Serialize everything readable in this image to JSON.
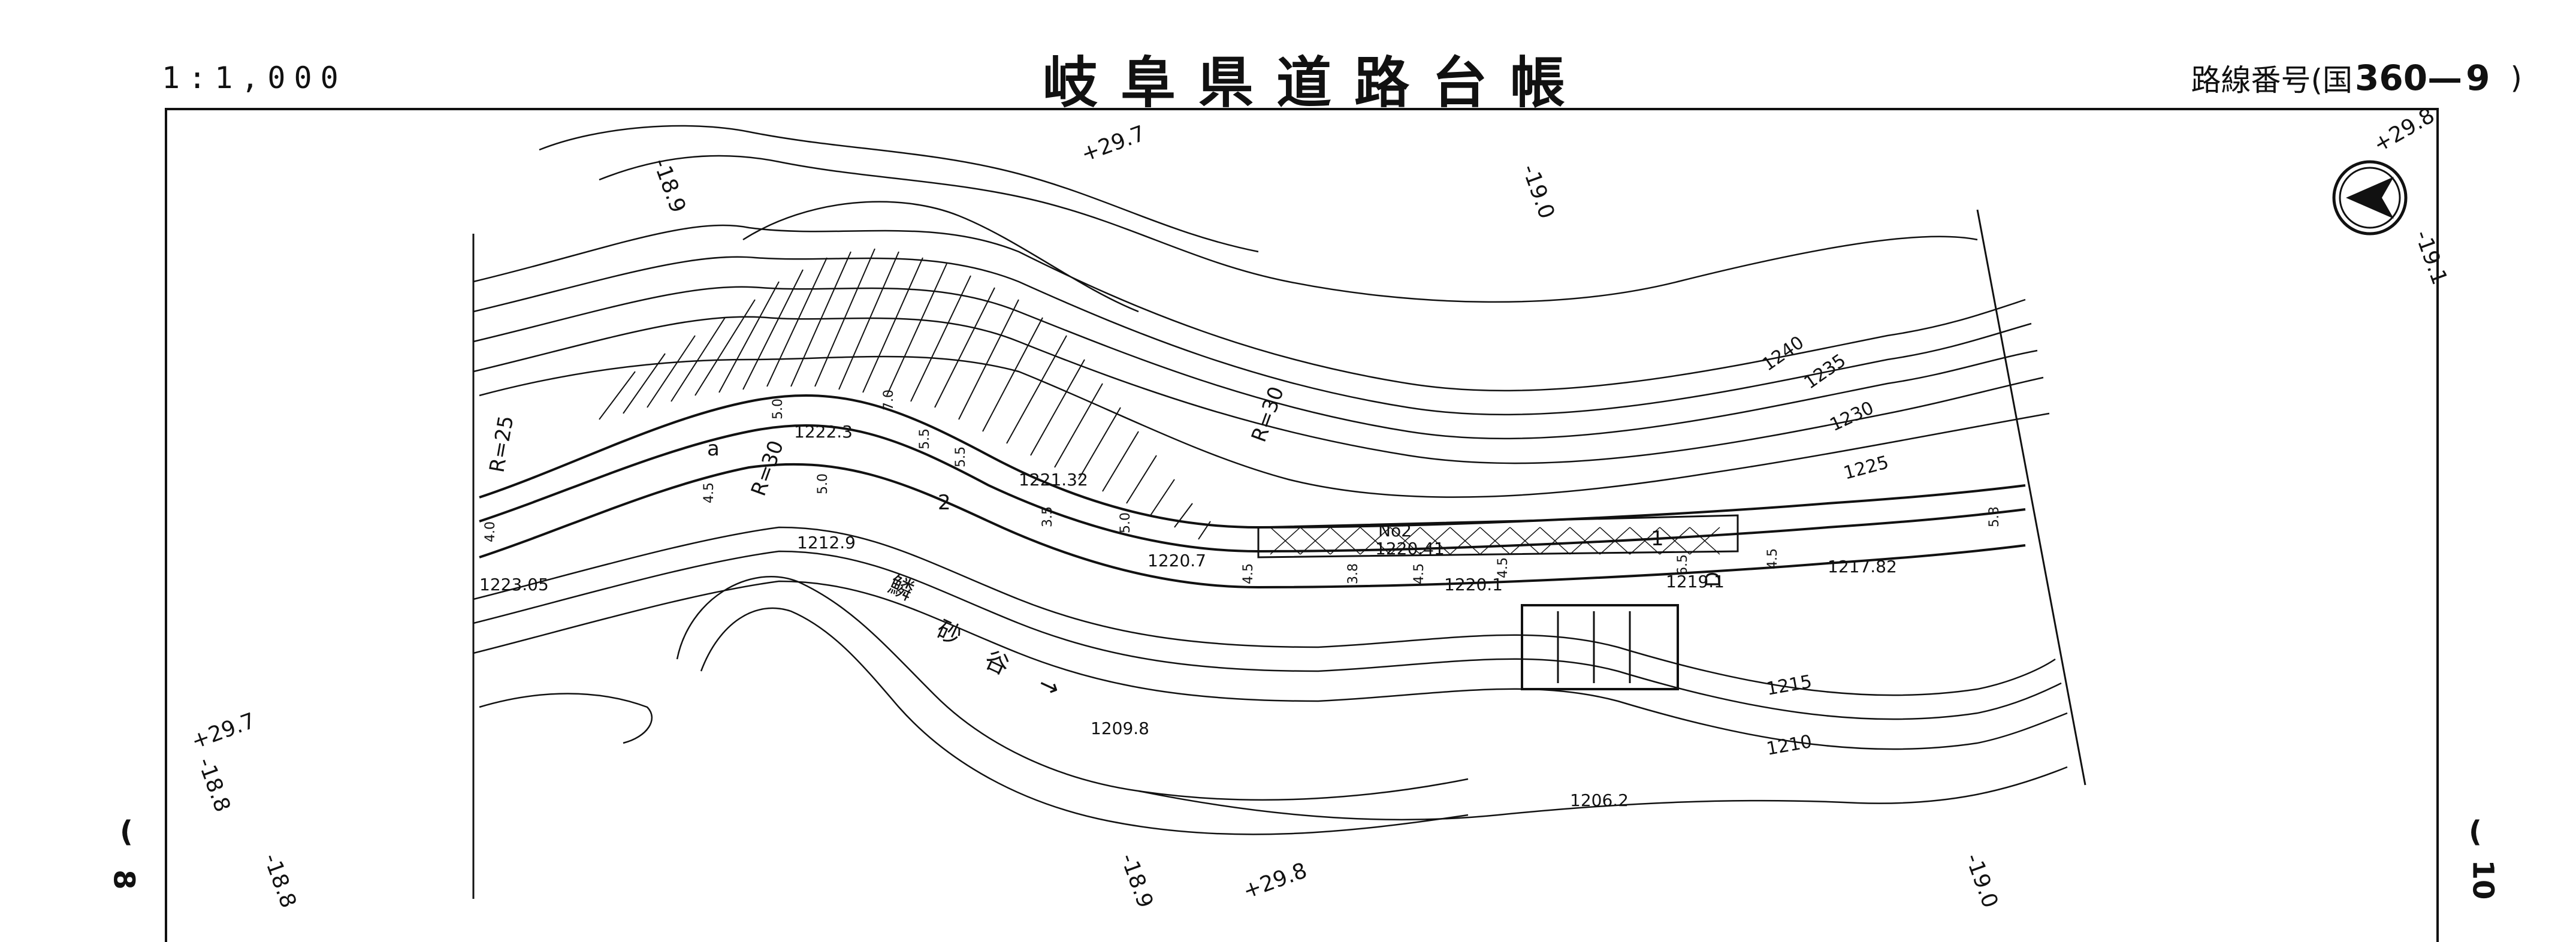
{
  "header": {
    "scale": "1:1,000",
    "title": "岐阜県道路台帳",
    "route_label": "路線番号",
    "route_paren_open": "(国",
    "route_number": "360—",
    "route_sub": "9",
    "route_paren_close": ")"
  },
  "side_labels": {
    "left_sheet": "8",
    "right_sheet": "10",
    "left_paren": "(",
    "right_paren": "("
  },
  "map": {
    "grid_marks": [
      "-18.9",
      "+29.7",
      "-19.0",
      "+29.8",
      "-19.1",
      "+29.7",
      "-18.8",
      "-18.8",
      "-18.9",
      "+29.8",
      "-19.0"
    ],
    "contours": [
      "1240",
      "1235",
      "1230",
      "1225",
      "1215",
      "1210"
    ],
    "elevations": [
      "1222.3",
      "1221.32",
      "1212.9",
      "1223.05",
      "1220.7",
      "1220.41",
      "1220.1",
      "1219.1",
      "1217.82",
      "1209.8",
      "1206.2"
    ],
    "station": "No2",
    "radius": [
      "R=25",
      "R=30",
      "R=30"
    ],
    "widths": [
      "5.0",
      "7.0",
      "5.5",
      "5.5",
      "4.5",
      "4.0",
      "5.0",
      "3.5",
      "5.0",
      "4.5",
      "3.8",
      "4.5",
      "4.5",
      "6.5",
      "4.5",
      "5.3"
    ],
    "road_letters": [
      "a",
      "2",
      "D",
      "1"
    ],
    "river": [
      "鱗",
      "砂",
      "谷",
      "→"
    ]
  },
  "colors": {
    "ink": "#111111",
    "paper": "#ffffff"
  }
}
